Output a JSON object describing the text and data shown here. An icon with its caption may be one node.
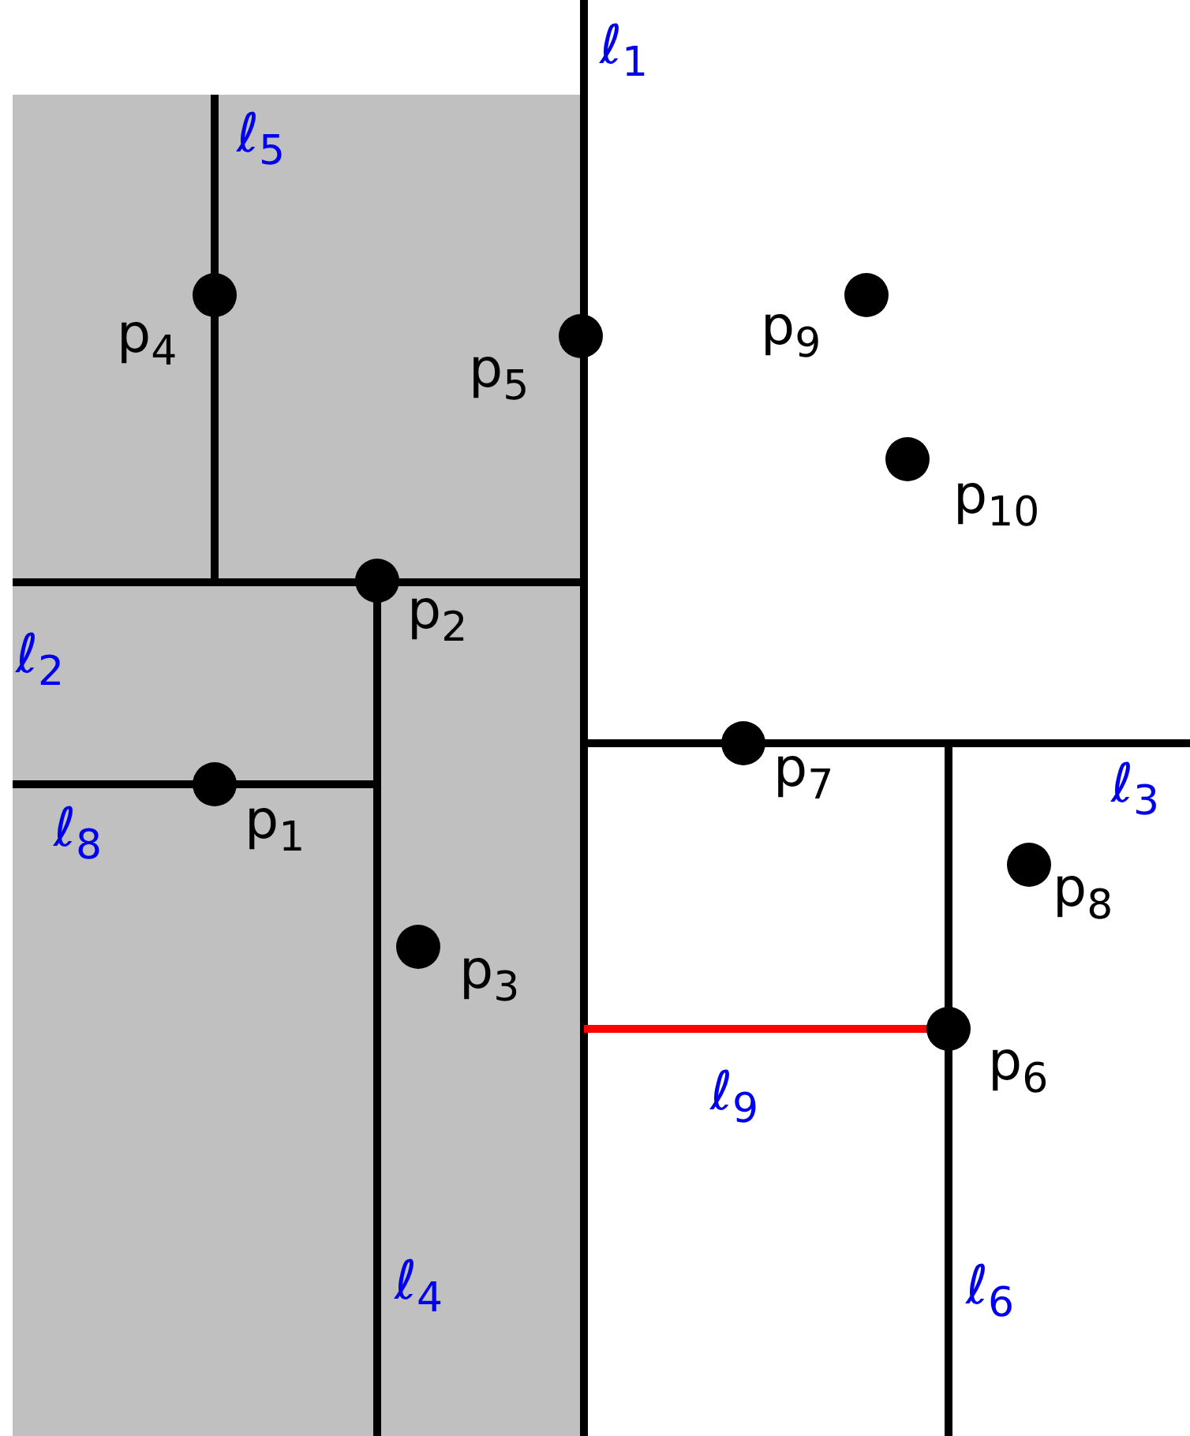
{
  "diagram": {
    "labels": [
      "ℓ$_{1}$",
      "ℓ$_{5}$",
      "p$_{4}$",
      "p$_{9}$",
      "p$_{5}$",
      "p$_{10}$",
      "p$_{2}$",
      "ℓ$_{2}$",
      "p$_{7}$",
      "p$_{1}$",
      "ℓ$_{3}$",
      "ℓ$_{8}$",
      "p$_{8}$",
      "p$_{3}$",
      "p$_{6}$",
      "ℓ$_{9}$",
      "ℓ$_{4}$",
      "ℓ$_{6}$"
    ]
  }
}
